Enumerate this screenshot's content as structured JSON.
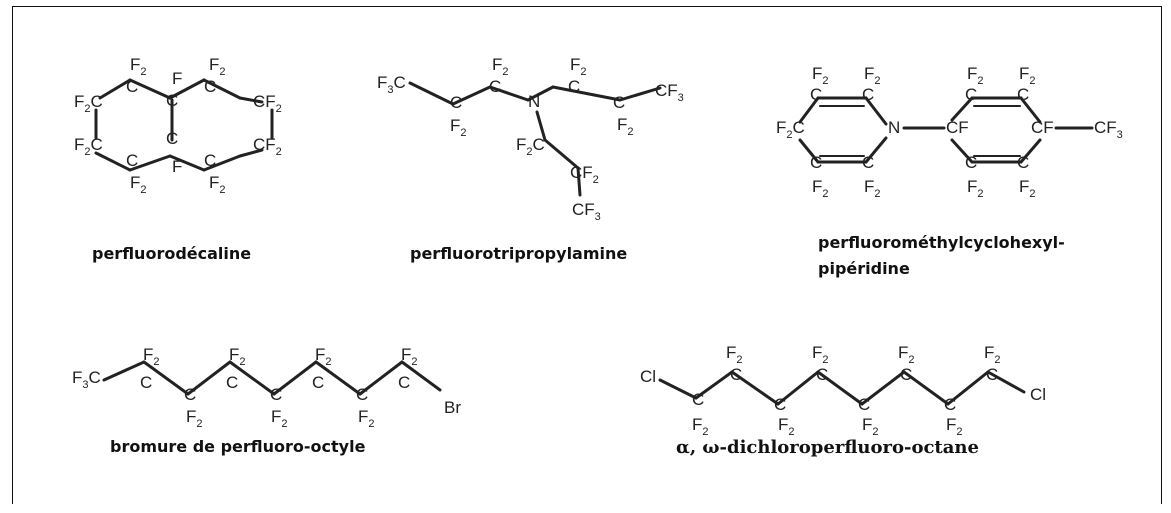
{
  "compounds": [
    {
      "name": "perfluorodécaline"
    },
    {
      "name": "perfluorotripropylamine"
    },
    {
      "name_line1": "perfluorométhylcyclohexyl-",
      "name_line2": "pipéridine"
    },
    {
      "name": "bromure de perfluoro-octyle"
    },
    {
      "name": "α, ω-dichloroperfluoro-octane"
    }
  ],
  "atoms": {
    "carbon": "C",
    "nitrogen": "N",
    "fluorine": "F",
    "bromine": "Br",
    "chlorine": "Cl",
    "difluoro": "F",
    "subscript_2": "2",
    "subscript_3": "3"
  },
  "colors": {
    "ink": "#222222",
    "frame": "#111111",
    "background": "#ffffff"
  }
}
